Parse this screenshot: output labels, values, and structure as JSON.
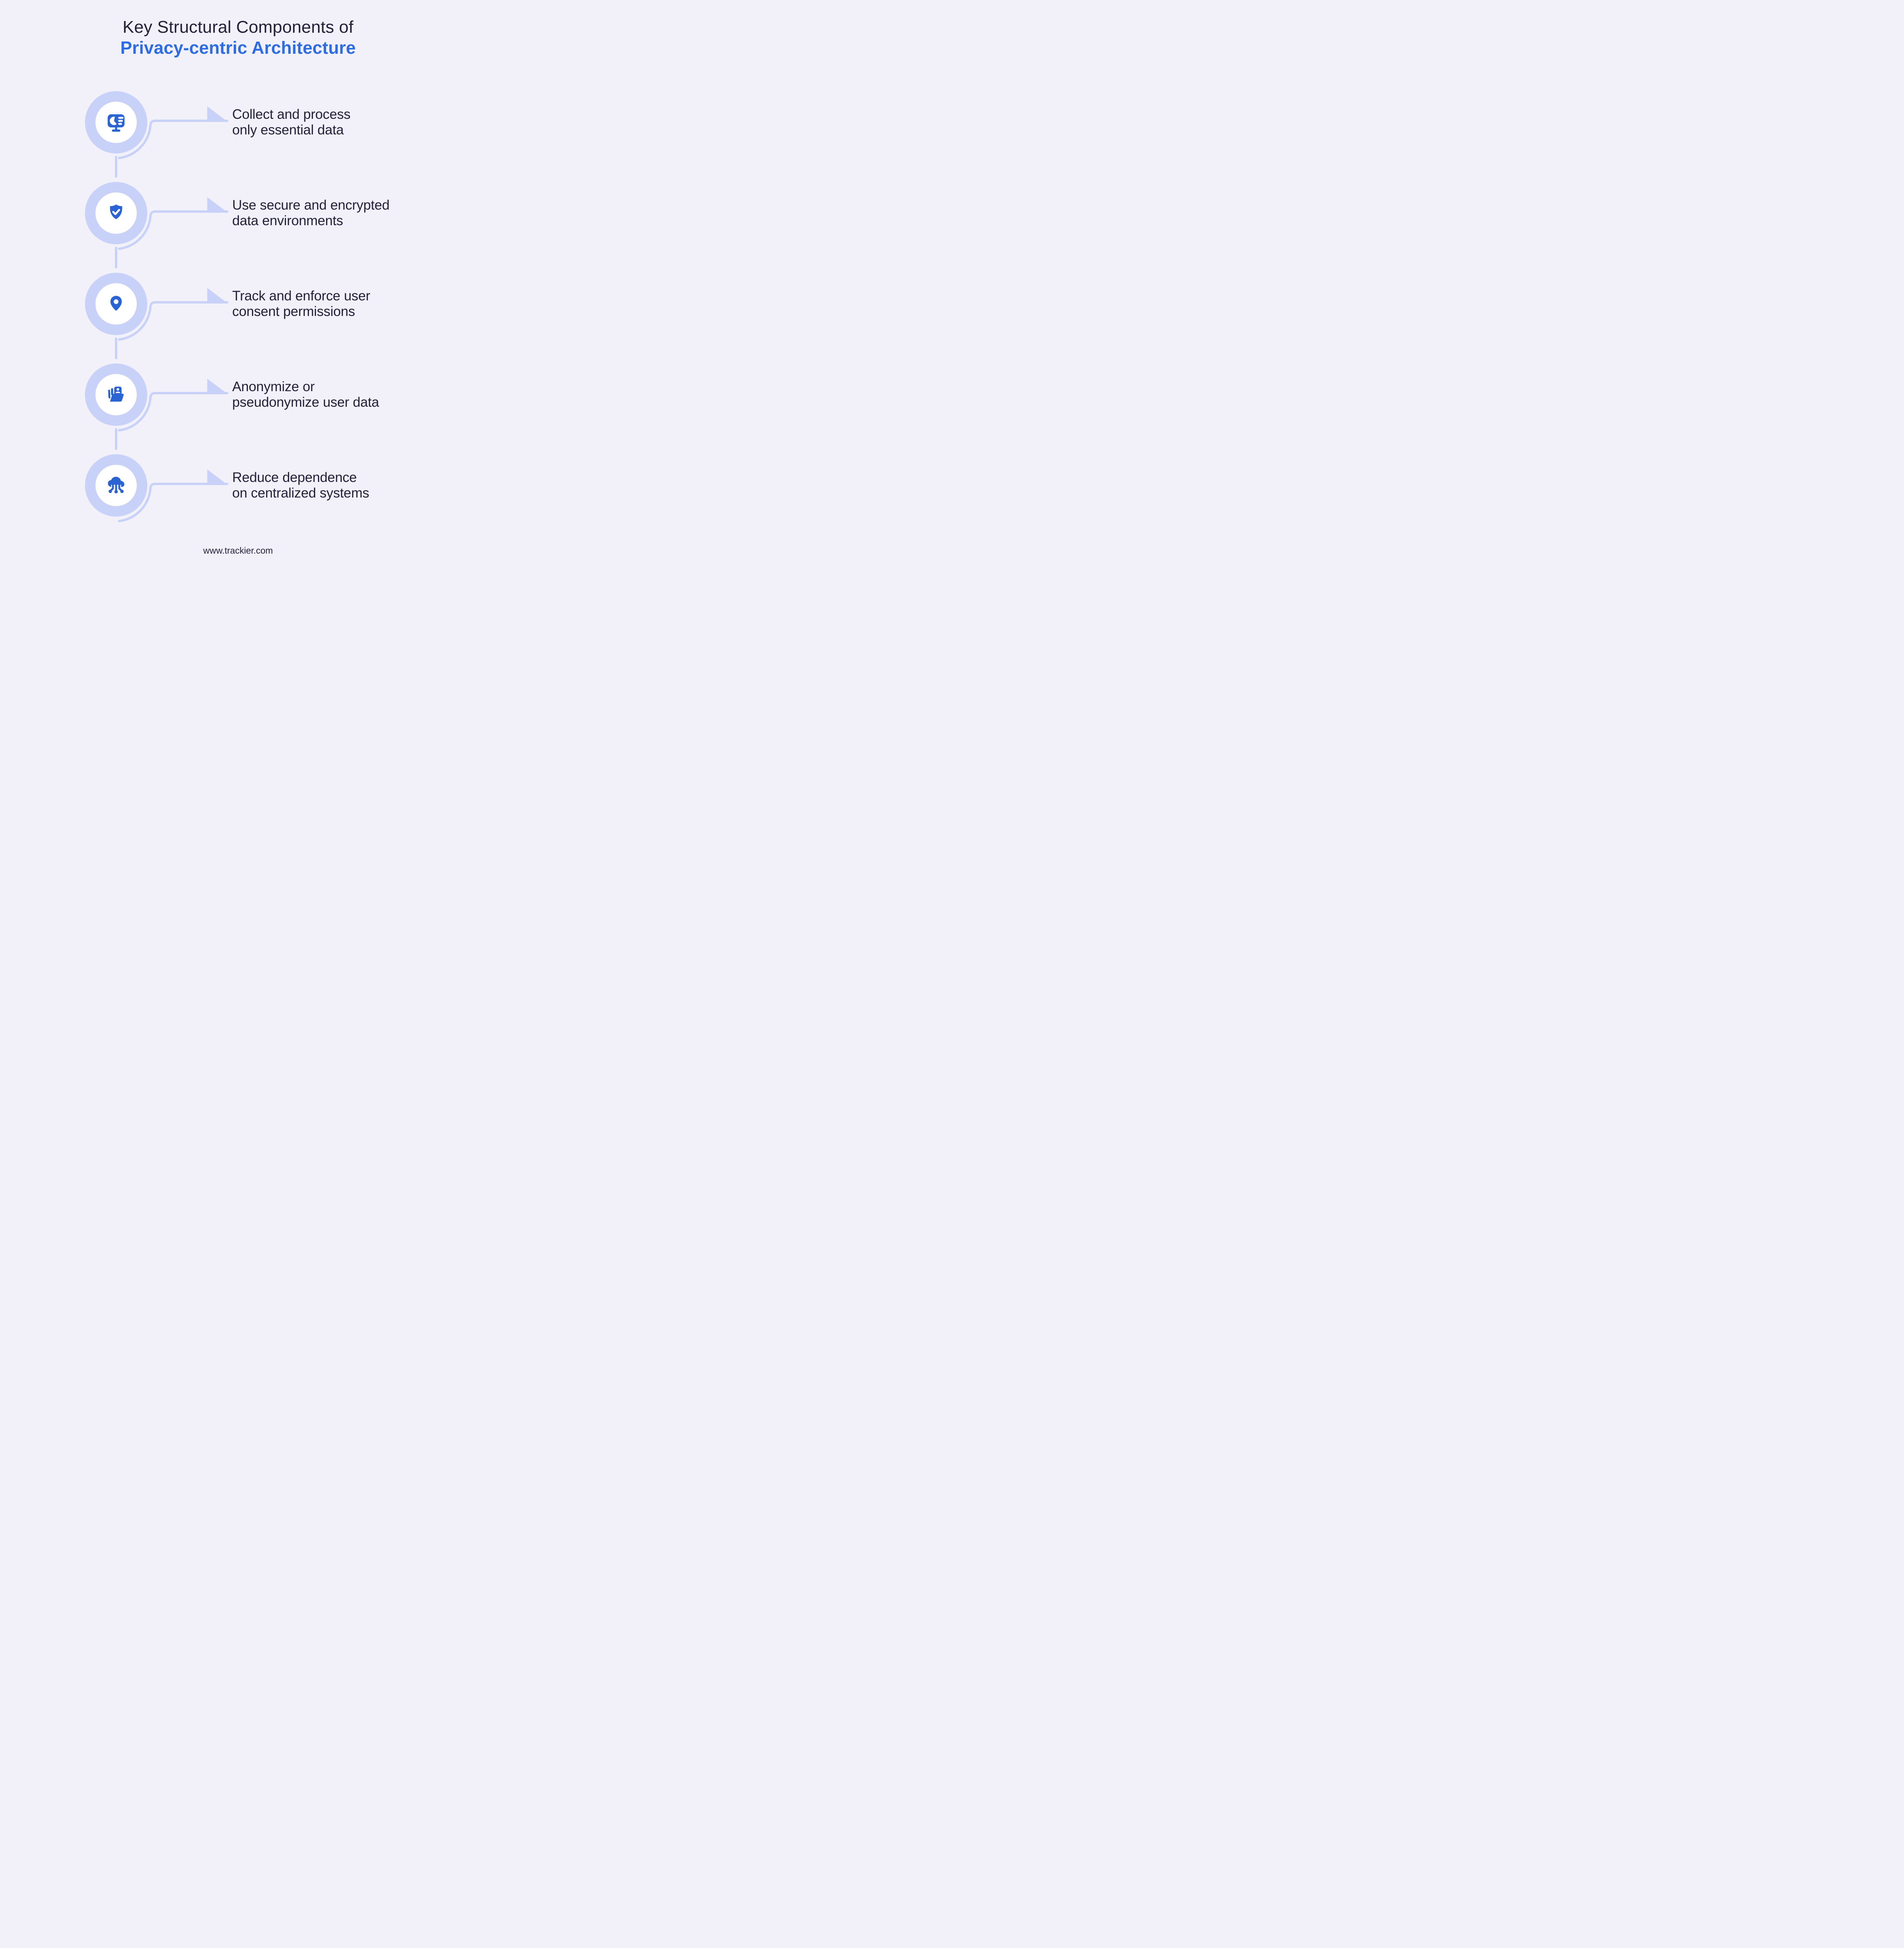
{
  "title": {
    "line1": "Key Structural Components of",
    "line2": "Privacy-centric Architecture"
  },
  "items": [
    {
      "icon": "dashboard-monitor-icon",
      "line1": "Collect and process",
      "line2": "only essential data"
    },
    {
      "icon": "shield-check-icon",
      "line1": "Use secure and encrypted",
      "line2": "data environments"
    },
    {
      "icon": "location-pin-icon",
      "line1": "Track and enforce user",
      "line2": "consent permissions"
    },
    {
      "icon": "folder-user-icon",
      "line1": "Anonymize or",
      "line2": "pseudonymize user data"
    },
    {
      "icon": "cloud-network-icon",
      "line1": "Reduce dependence",
      "line2": "on centralized systems"
    }
  ],
  "footer": {
    "url": "www.trackier.com"
  },
  "colors": {
    "background": "#f2f1f9",
    "ring": "#c8d1f7",
    "connector": "#c8d1f7",
    "icon_blue": "#2a63d4",
    "heading_blue": "#2e6ce4",
    "text_dark": "#23213a",
    "circle_white": "#ffffff"
  }
}
